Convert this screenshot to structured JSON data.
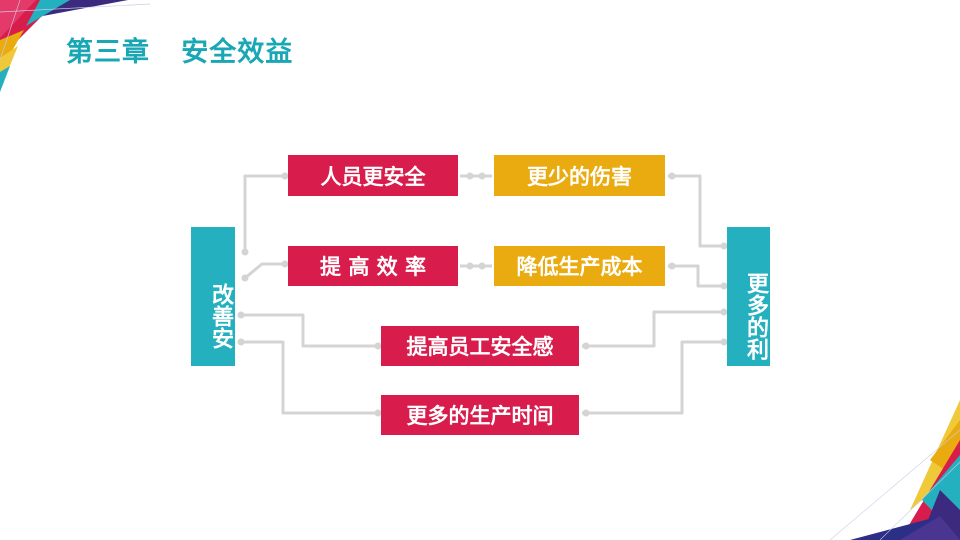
{
  "title": "第三章   安全效益",
  "diagram": {
    "left_node": "改善安",
    "right_node": "更多的利",
    "row1": {
      "left": "人员更安全",
      "right": "更少的伤害"
    },
    "row2": {
      "left": "提 高 效 率",
      "right": "降低生产成本"
    },
    "row3": "提高员工安全感",
    "row4": "更多的生产时间"
  },
  "colors": {
    "accent_teal": "#24b0bf",
    "title_teal": "#1aa7b5",
    "red": "#d81c4b",
    "gold": "#e9ab10",
    "wire": "#d4d4d4"
  },
  "decoration": {
    "corner_top_left": "polygon-corner-graphic",
    "corner_bottom_right": "polygon-corner-graphic"
  }
}
